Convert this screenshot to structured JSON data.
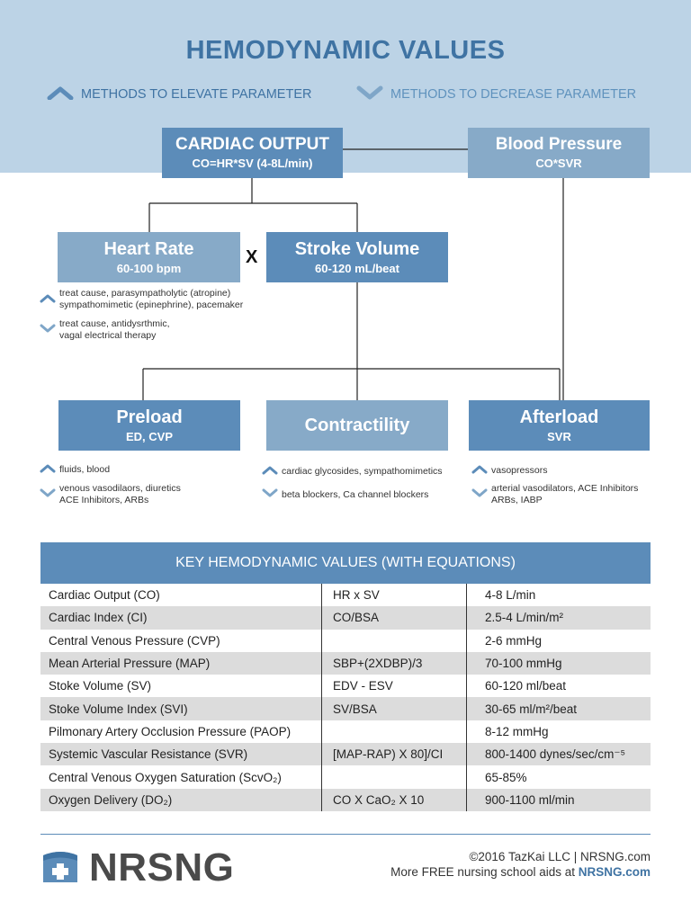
{
  "title": "HEMODYNAMIC VALUES",
  "legend": {
    "elevate": "METHODS TO ELEVATE PARAMETER",
    "decrease": "METHODS TO DECREASE PARAMETER"
  },
  "nodes": {
    "cardiac_output": {
      "title": "CARDIAC OUTPUT",
      "sub": "CO=HR*SV (4-8L/min)"
    },
    "blood_pressure": {
      "title": "Blood Pressure",
      "sub": "CO*SVR"
    },
    "heart_rate": {
      "title": "Heart Rate",
      "sub": "60-100 bpm"
    },
    "stroke_volume": {
      "title": "Stroke Volume",
      "sub": "60-120 mL/beat"
    },
    "times": "X",
    "preload": {
      "title": "Preload",
      "sub": "ED, CVP"
    },
    "contractility": {
      "title": "Contractility"
    },
    "afterload": {
      "title": "Afterload",
      "sub": "SVR"
    }
  },
  "notes": {
    "heart_rate": {
      "up": [
        "treat cause, parasympatholytic (atropine)",
        "sympathomimetic (epinephrine), pacemaker"
      ],
      "down": [
        "treat cause, antidysrthmic,",
        "vagal electrical therapy"
      ]
    },
    "preload": {
      "up": [
        "fluids, blood"
      ],
      "down": [
        "venous vasodilaors, diuretics",
        "ACE Inhibitors, ARBs"
      ]
    },
    "contractility": {
      "up": [
        "cardiac glycosides, sympathomimetics"
      ],
      "down": [
        "beta blockers, Ca channel blockers"
      ]
    },
    "afterload": {
      "up": [
        "vasopressors"
      ],
      "down": [
        "arterial vasodilators, ACE Inhibitors",
        "ARBs, IABP"
      ]
    }
  },
  "table": {
    "heading": "KEY HEMODYNAMIC VALUES (WITH EQUATIONS)",
    "rows": [
      [
        "Cardiac Output (CO)",
        "HR x SV",
        "4-8 L/min"
      ],
      [
        "Cardiac Index (CI)",
        "CO/BSA",
        "2.5-4 L/min/m²"
      ],
      [
        "Central Venous Pressure (CVP)",
        "",
        "2-6 mmHg"
      ],
      [
        "Mean Arterial Pressure (MAP)",
        "SBP+(2XDBP)/3",
        "70-100 mmHg"
      ],
      [
        "Stoke Volume (SV)",
        "EDV - ESV",
        "60-120 ml/beat"
      ],
      [
        "Stoke Volume Index (SVI)",
        "SV/BSA",
        "30-65 ml/m²/beat"
      ],
      [
        "Pilmonary Artery Occlusion Pressure (PAOP)",
        "",
        "8-12 mmHg"
      ],
      [
        "Systemic Vascular Resistance (SVR)",
        "[MAP-RAP) X 80]/CI",
        "800-1400 dynes/sec/cm⁻⁵"
      ],
      [
        "Central Venous Oxygen Saturation (ScvO₂)",
        "",
        "65-85%"
      ],
      [
        "Oxygen Delivery (DO₂)",
        "CO X CaO₂ X 10",
        "900-1100 ml/min"
      ]
    ]
  },
  "footer": {
    "logo_text": "NRSNG",
    "copyright": "©2016 TazKai LLC | NRSNG.com",
    "aids_prefix": "More FREE nursing school aids at ",
    "aids_link": "NRSNG.com"
  },
  "colors": {
    "header_band": "#bcd3e6",
    "title": "#3f73a3",
    "node_dark": "#5c8cb9",
    "node_light": "#87aac8",
    "up_icon": "#5c8cb9",
    "down_icon": "#7fa6c8"
  },
  "icons": {
    "up": "chevron-up-icon",
    "down": "chevron-down-icon",
    "logo": "nurse-cap-icon"
  }
}
